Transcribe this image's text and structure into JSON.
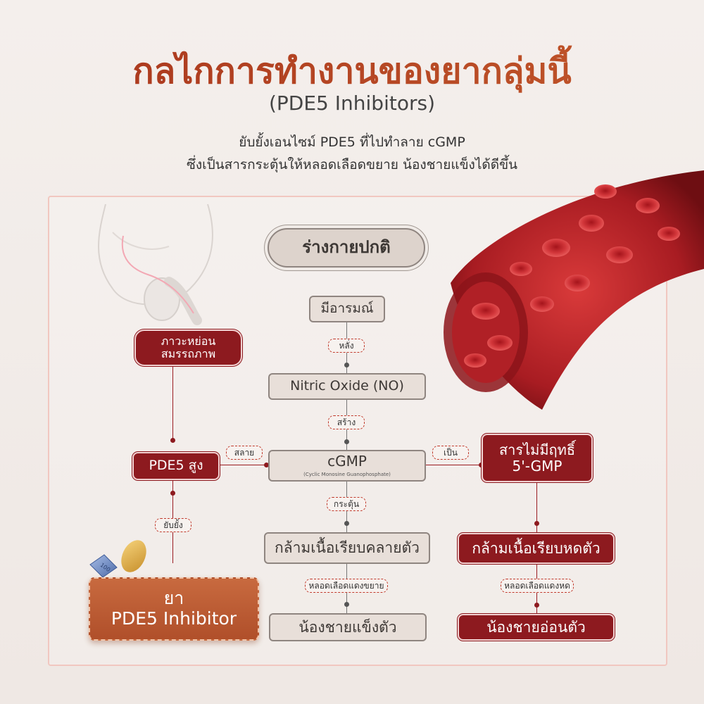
{
  "header": {
    "title": "กลไกการทำงานของยากลุ่มนี้",
    "subtitle": "(PDE5 Inhibitors)",
    "desc_line1": "ยับยั้งเอนไซม์ PDE5 ที่ไปทำลาย cGMP",
    "desc_line2": "ซึ่งเป็นสารกระตุ้นให้หลอดเลือดขยาย น้องชายแข็งได้ดีขึ้น"
  },
  "flow": {
    "normal_body": "ร่างกายปกติ",
    "arousal": "มีอารมณ์",
    "tag_release": "หลั่ง",
    "nitric_oxide": "Nitric Oxide (NO)",
    "tag_create": "สร้าง",
    "cgmp": "cGMP",
    "cgmp_full": "(Cyclic Monosine Guanophosphate)",
    "tag_stimulate": "กระตุ้น",
    "muscle_relax": "กล้ามเนื้อเรียบคลายตัว",
    "tag_vessel_dilate": "หลอดเลือดแดงขยาย",
    "erect": "น้องชายแข็งตัว"
  },
  "left": {
    "ed_line1": "ภาวะหย่อน",
    "ed_line2": "สมรรถภาพ",
    "pde5_high": "PDE5 สูง",
    "tag_degrade": "สลาย",
    "tag_inhibit": "ยับยั้ง",
    "drug_line1": "ยา",
    "drug_line2": "PDE5 Inhibitor",
    "pill_label": "100"
  },
  "right": {
    "tag_become": "เป็น",
    "inactive_line1": "สารไม่มีฤทธิ์",
    "inactive_line2": "5'-GMP",
    "muscle_contract": "กล้ามเนื้อเรียบหดตัว",
    "tag_vessel_constrict": "หลอดเลือดแดงหด",
    "flaccid": "น้องชายอ่อนตัว"
  },
  "colors": {
    "accent_red": "#8d1a1f",
    "title_orange": "#a8341c",
    "neutral_box": "#e8dfd9",
    "drug_orange": "#c86a3f"
  }
}
